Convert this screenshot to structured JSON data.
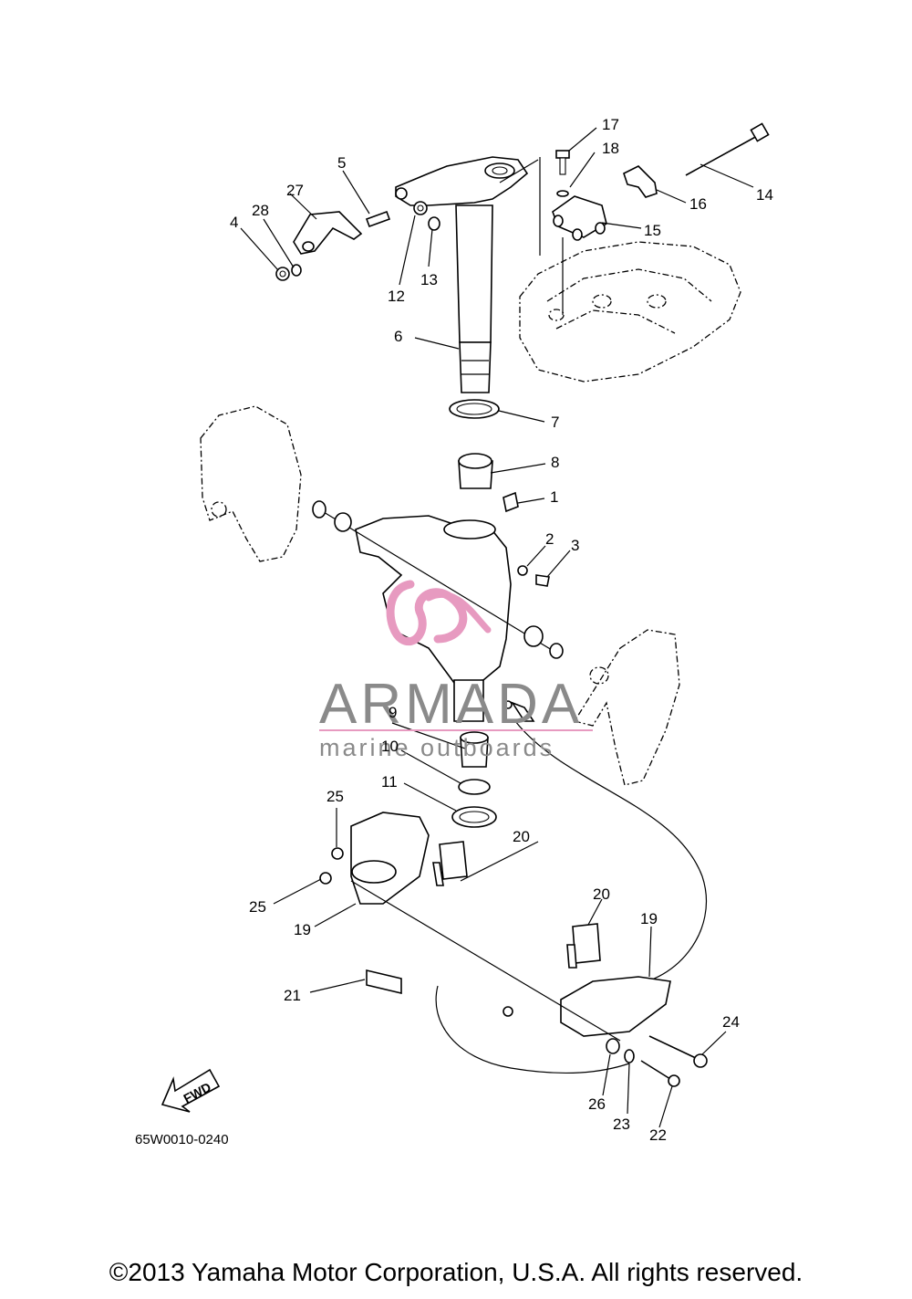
{
  "diagram": {
    "part_labels": [
      {
        "id": "1",
        "text": "1"
      },
      {
        "id": "2",
        "text": "2"
      },
      {
        "id": "3",
        "text": "3"
      },
      {
        "id": "4",
        "text": "4"
      },
      {
        "id": "5",
        "text": "5"
      },
      {
        "id": "6",
        "text": "6"
      },
      {
        "id": "7",
        "text": "7"
      },
      {
        "id": "8",
        "text": "8"
      },
      {
        "id": "9",
        "text": "9"
      },
      {
        "id": "10",
        "text": "10"
      },
      {
        "id": "11",
        "text": "11"
      },
      {
        "id": "12",
        "text": "12"
      },
      {
        "id": "13",
        "text": "13"
      },
      {
        "id": "14",
        "text": "14"
      },
      {
        "id": "15",
        "text": "15"
      },
      {
        "id": "16",
        "text": "16"
      },
      {
        "id": "17",
        "text": "17"
      },
      {
        "id": "18",
        "text": "18"
      },
      {
        "id": "19a",
        "text": "19"
      },
      {
        "id": "19b",
        "text": "19"
      },
      {
        "id": "20a",
        "text": "20"
      },
      {
        "id": "20b",
        "text": "20"
      },
      {
        "id": "21",
        "text": "21"
      },
      {
        "id": "22",
        "text": "22"
      },
      {
        "id": "23",
        "text": "23"
      },
      {
        "id": "24",
        "text": "24"
      },
      {
        "id": "25a",
        "text": "25"
      },
      {
        "id": "25b",
        "text": "25"
      },
      {
        "id": "26",
        "text": "26"
      },
      {
        "id": "27",
        "text": "27"
      },
      {
        "id": "28",
        "text": "28"
      }
    ],
    "diagram_code": "65W0010-0240",
    "fwd_label": "FWD"
  },
  "watermark": {
    "brand": "ARMADA",
    "tagline": "marine outboards",
    "accent_color": "#e79ac0",
    "text_color": "#8a8a8a"
  },
  "footer": {
    "copyright": "©2013 Yamaha Motor Corporation, U.S.A. All rights reserved."
  }
}
